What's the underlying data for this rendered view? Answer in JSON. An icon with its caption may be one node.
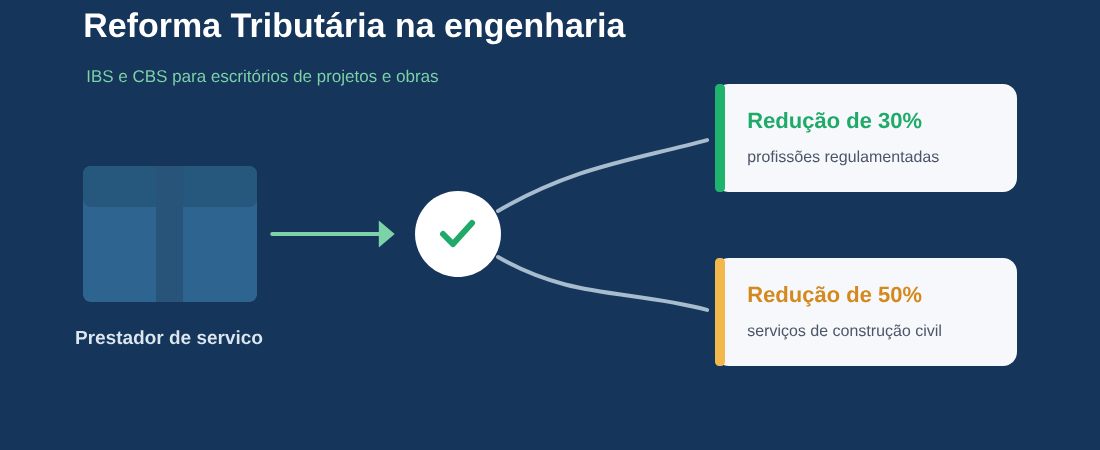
{
  "diagram": {
    "title": "Reforma Tributária na engenharia",
    "nodes": [
      {
        "text": [],
        "shape": "box",
        "beside": [
          "Prestador de servico"
        ]
      },
      {
        "text": [],
        "shape": "circle"
      },
      {
        "text": [
          "Redução de 30%",
          "profissões regulamentadas"
        ]
      },
      {
        "text": [
          "Redução de 50%",
          "serviços de construção civil"
        ]
      }
    ],
    "edges": [
      {
        "from": 0,
        "to": 1,
        "arrow": "to",
        "color": "#7dd3a8"
      },
      {
        "from": 1,
        "to": 2,
        "arrow": "none"
      },
      {
        "from": 1,
        "to": 3,
        "arrow": "none"
      }
    ],
    "labels": [
      "IBS e CBS para escritórios de projetos e obras"
    ]
  }
}
